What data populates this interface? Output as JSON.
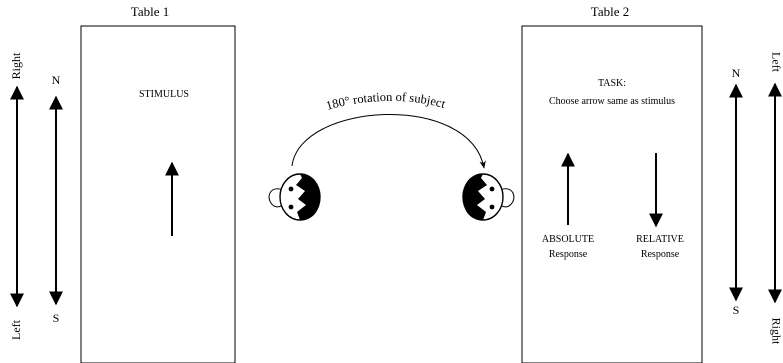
{
  "table1": {
    "title": "Table 1",
    "stimulus_label": "STIMULUS"
  },
  "table2": {
    "title": "Table 2",
    "task_label": "TASK:",
    "task_text": "Choose arrow same as stimulus",
    "absolute_label": "ABSOLUTE",
    "absolute_sub": "Response",
    "relative_label": "RELATIVE",
    "relative_sub": "Response"
  },
  "rotation_label": "180° rotation of subject",
  "left_side": {
    "right_label": "Right",
    "left_label": "Left",
    "north_label": "N",
    "south_label": "S"
  },
  "right_side": {
    "north_label": "N",
    "south_label": "S",
    "left_label": "Left",
    "right_label": "Right"
  },
  "colors": {
    "ink": "#000000",
    "paper": "#ffffff"
  }
}
